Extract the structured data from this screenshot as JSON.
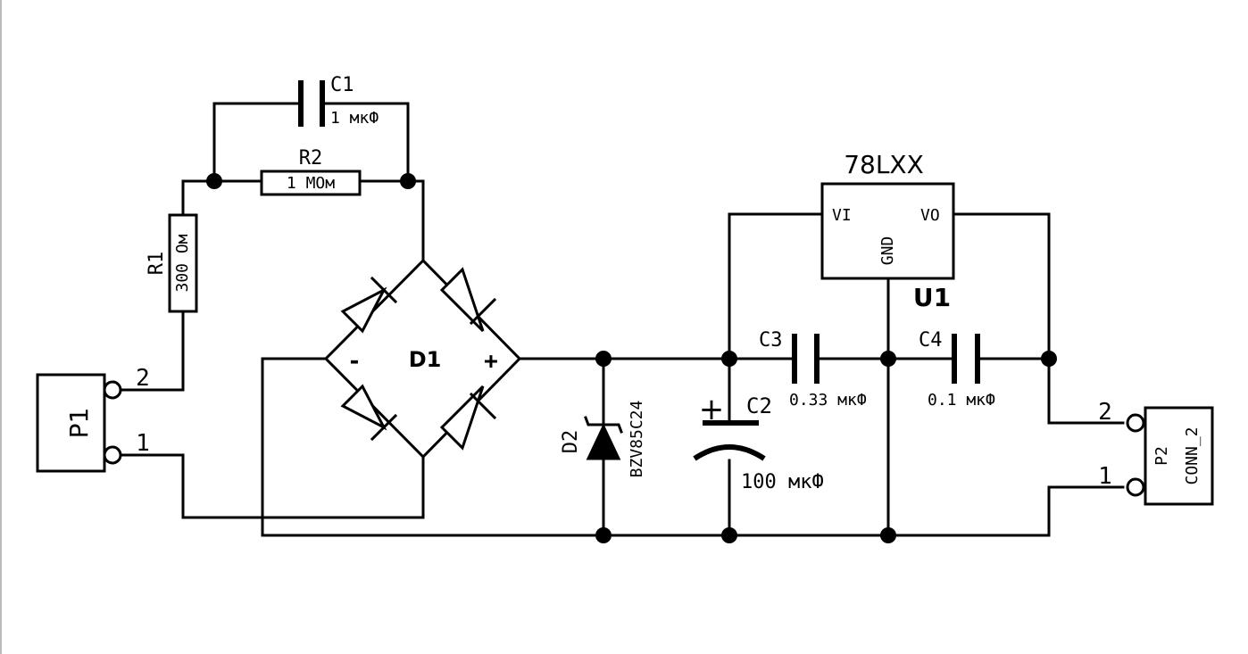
{
  "components": {
    "p1": {
      "ref": "P1",
      "pin1": "1",
      "pin2": "2"
    },
    "p2": {
      "ref": "P2",
      "value": "CONN_2",
      "pin1": "1",
      "pin2": "2"
    },
    "c1": {
      "ref": "C1",
      "value": "1 мкФ"
    },
    "r2": {
      "ref": "R2",
      "value": "1 МОм"
    },
    "r1": {
      "ref": "R1",
      "value": "300 Ом"
    },
    "d1": {
      "ref": "D1",
      "minus": "-",
      "plus": "+"
    },
    "d2": {
      "ref": "D2",
      "value": "BZV85C24"
    },
    "c2": {
      "ref": "C2",
      "value": "100 мкФ",
      "polarity": "+"
    },
    "c3": {
      "ref": "C3",
      "value": "0.33 мкФ"
    },
    "c4": {
      "ref": "C4",
      "value": "0.1 мкФ"
    },
    "u1": {
      "ref": "U1",
      "value": "78LXX",
      "pin_in": "VI",
      "pin_out": "VO",
      "pin_gnd": "GND"
    }
  }
}
